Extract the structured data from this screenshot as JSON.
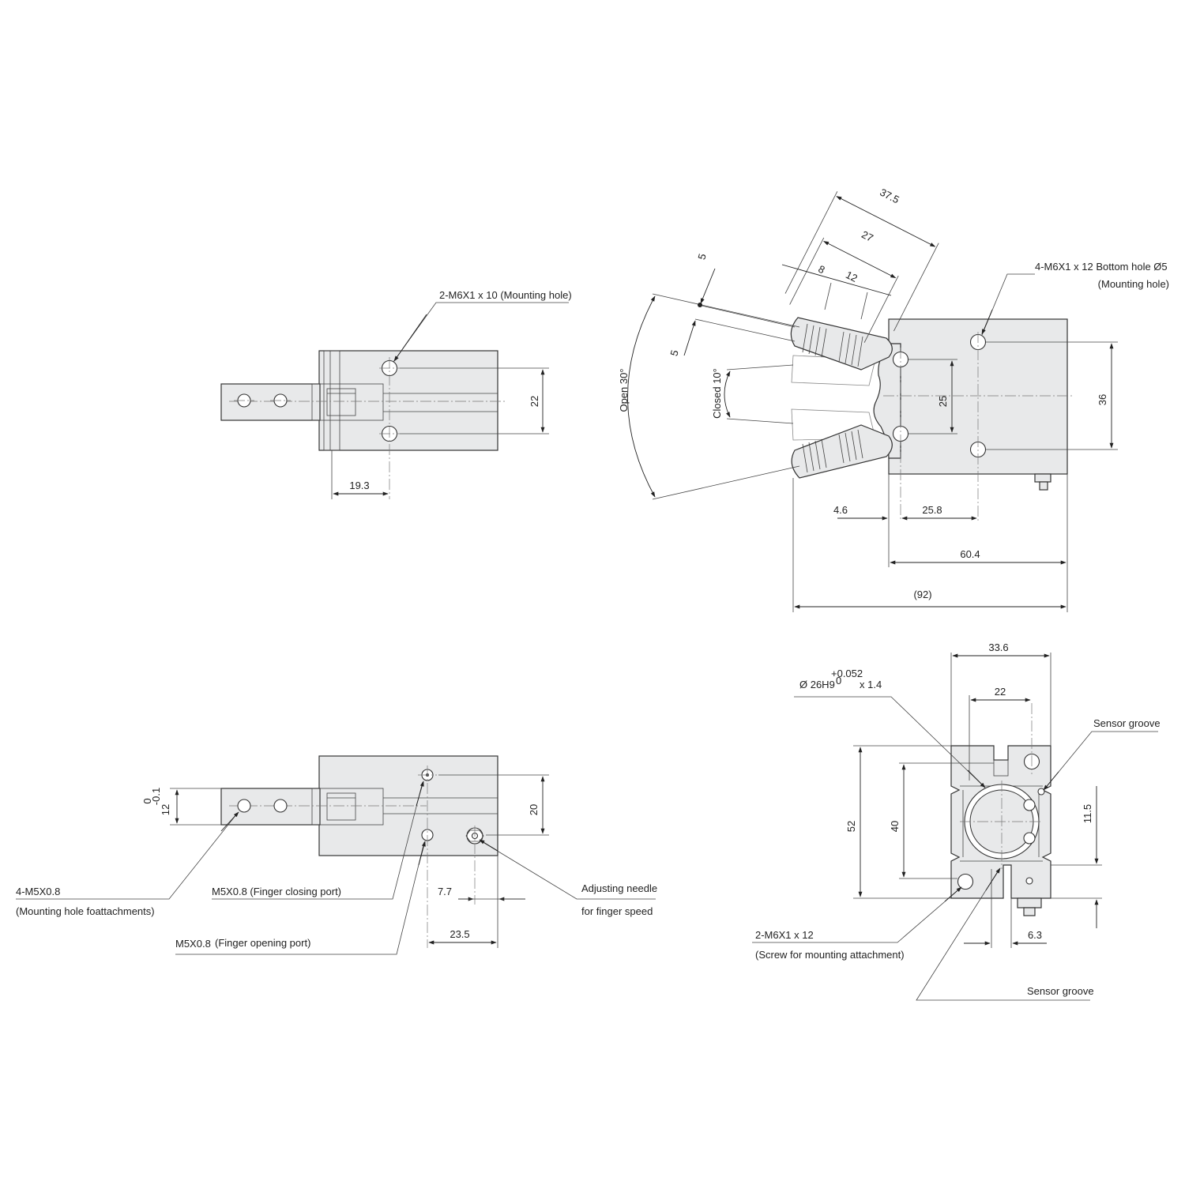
{
  "colors": {
    "body": "#e8e9ea",
    "line": "#333333",
    "background": "#ffffff"
  },
  "top_view": {
    "callout_mounting": "2-M6X1 x 10 (Mounting hole)",
    "dim_22": "22",
    "dim_19_3": "19.3"
  },
  "side_view": {
    "dim_37_5": "37.5",
    "dim_27": "27",
    "dim_8": "8",
    "dim_12": "12",
    "dim_5_top": "5",
    "dim_5_bottom": "5",
    "open_angle": "Open 30°",
    "closed_angle": "Closed 10°",
    "dim_25": "25",
    "dim_36": "36",
    "callout_mounting_line1": "4-M6X1 x 12 Bottom hole Ø5",
    "callout_mounting_line2": "(Mounting hole)",
    "dim_4_6": "4.6",
    "dim_25_8": "25.8",
    "dim_60_4": "60.4",
    "dim_92": "(92)"
  },
  "front_view": {
    "tol_upper": "0",
    "tol_lower": "-0.1",
    "dim_12": "12",
    "dim_20": "20",
    "dim_7_7": "7.7",
    "dim_23_5": "23.5",
    "callout_attach_line1": "4-M5X0.8",
    "callout_attach_line2": "(Mounting hole foattachments)",
    "callout_closing": "M5X0.8  (Finger closing port)",
    "callout_opening_code": "M5X0.8",
    "callout_opening_text": "(Finger opening port)",
    "callout_needle_line1": "Adjusting needle",
    "callout_needle_line2": "for finger speed"
  },
  "end_view": {
    "dim_33_6": "33.6",
    "dim_22": "22",
    "bore_label": "Ø 26H9",
    "bore_tol_upper": "+0.052",
    "bore_tol_lower": "0",
    "bore_depth": "x 1.4",
    "dim_52": "52",
    "dim_40": "40",
    "dim_11_5": "11.5",
    "dim_6_3": "6.3",
    "sensor_groove_top": "Sensor groove",
    "sensor_groove_bottom": "Sensor groove",
    "callout_screw_line1": "2-M6X1 x 12",
    "callout_screw_line2": "(Screw for mounting attachment)"
  }
}
